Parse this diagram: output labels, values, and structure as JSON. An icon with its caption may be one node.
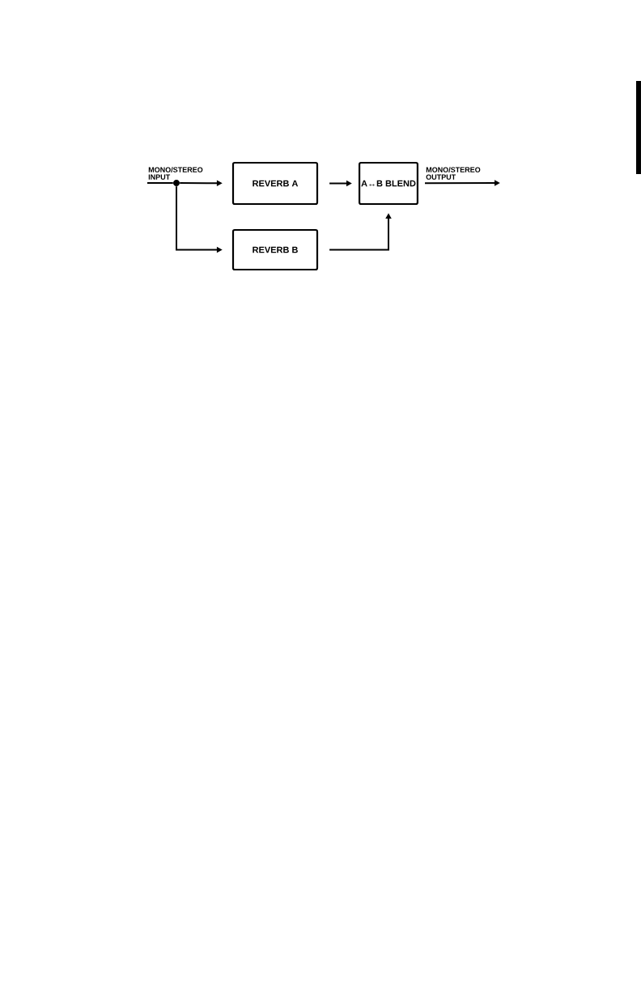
{
  "diagram": {
    "nodes": [
      {
        "text": [],
        "shape": "circle"
      },
      {
        "text": [
          "REVERB A"
        ]
      },
      {
        "text": [
          "REVERB B"
        ]
      },
      {
        "text": [
          "A↔B BLEND"
        ]
      }
    ],
    "edges": [
      {
        "from": null,
        "to": 0,
        "arrow": "none",
        "label": "MONO/STEREO INPUT"
      },
      {
        "from": 0,
        "to": 1,
        "arrow": "to"
      },
      {
        "from": 0,
        "to": 2,
        "arrow": "to"
      },
      {
        "from": 1,
        "to": 3,
        "arrow": "to"
      },
      {
        "from": 2,
        "to": 3,
        "arrow": "to"
      },
      {
        "from": 3,
        "to": null,
        "arrow": "to",
        "label": "MONO/STEREO OUTPUT"
      }
    ]
  }
}
